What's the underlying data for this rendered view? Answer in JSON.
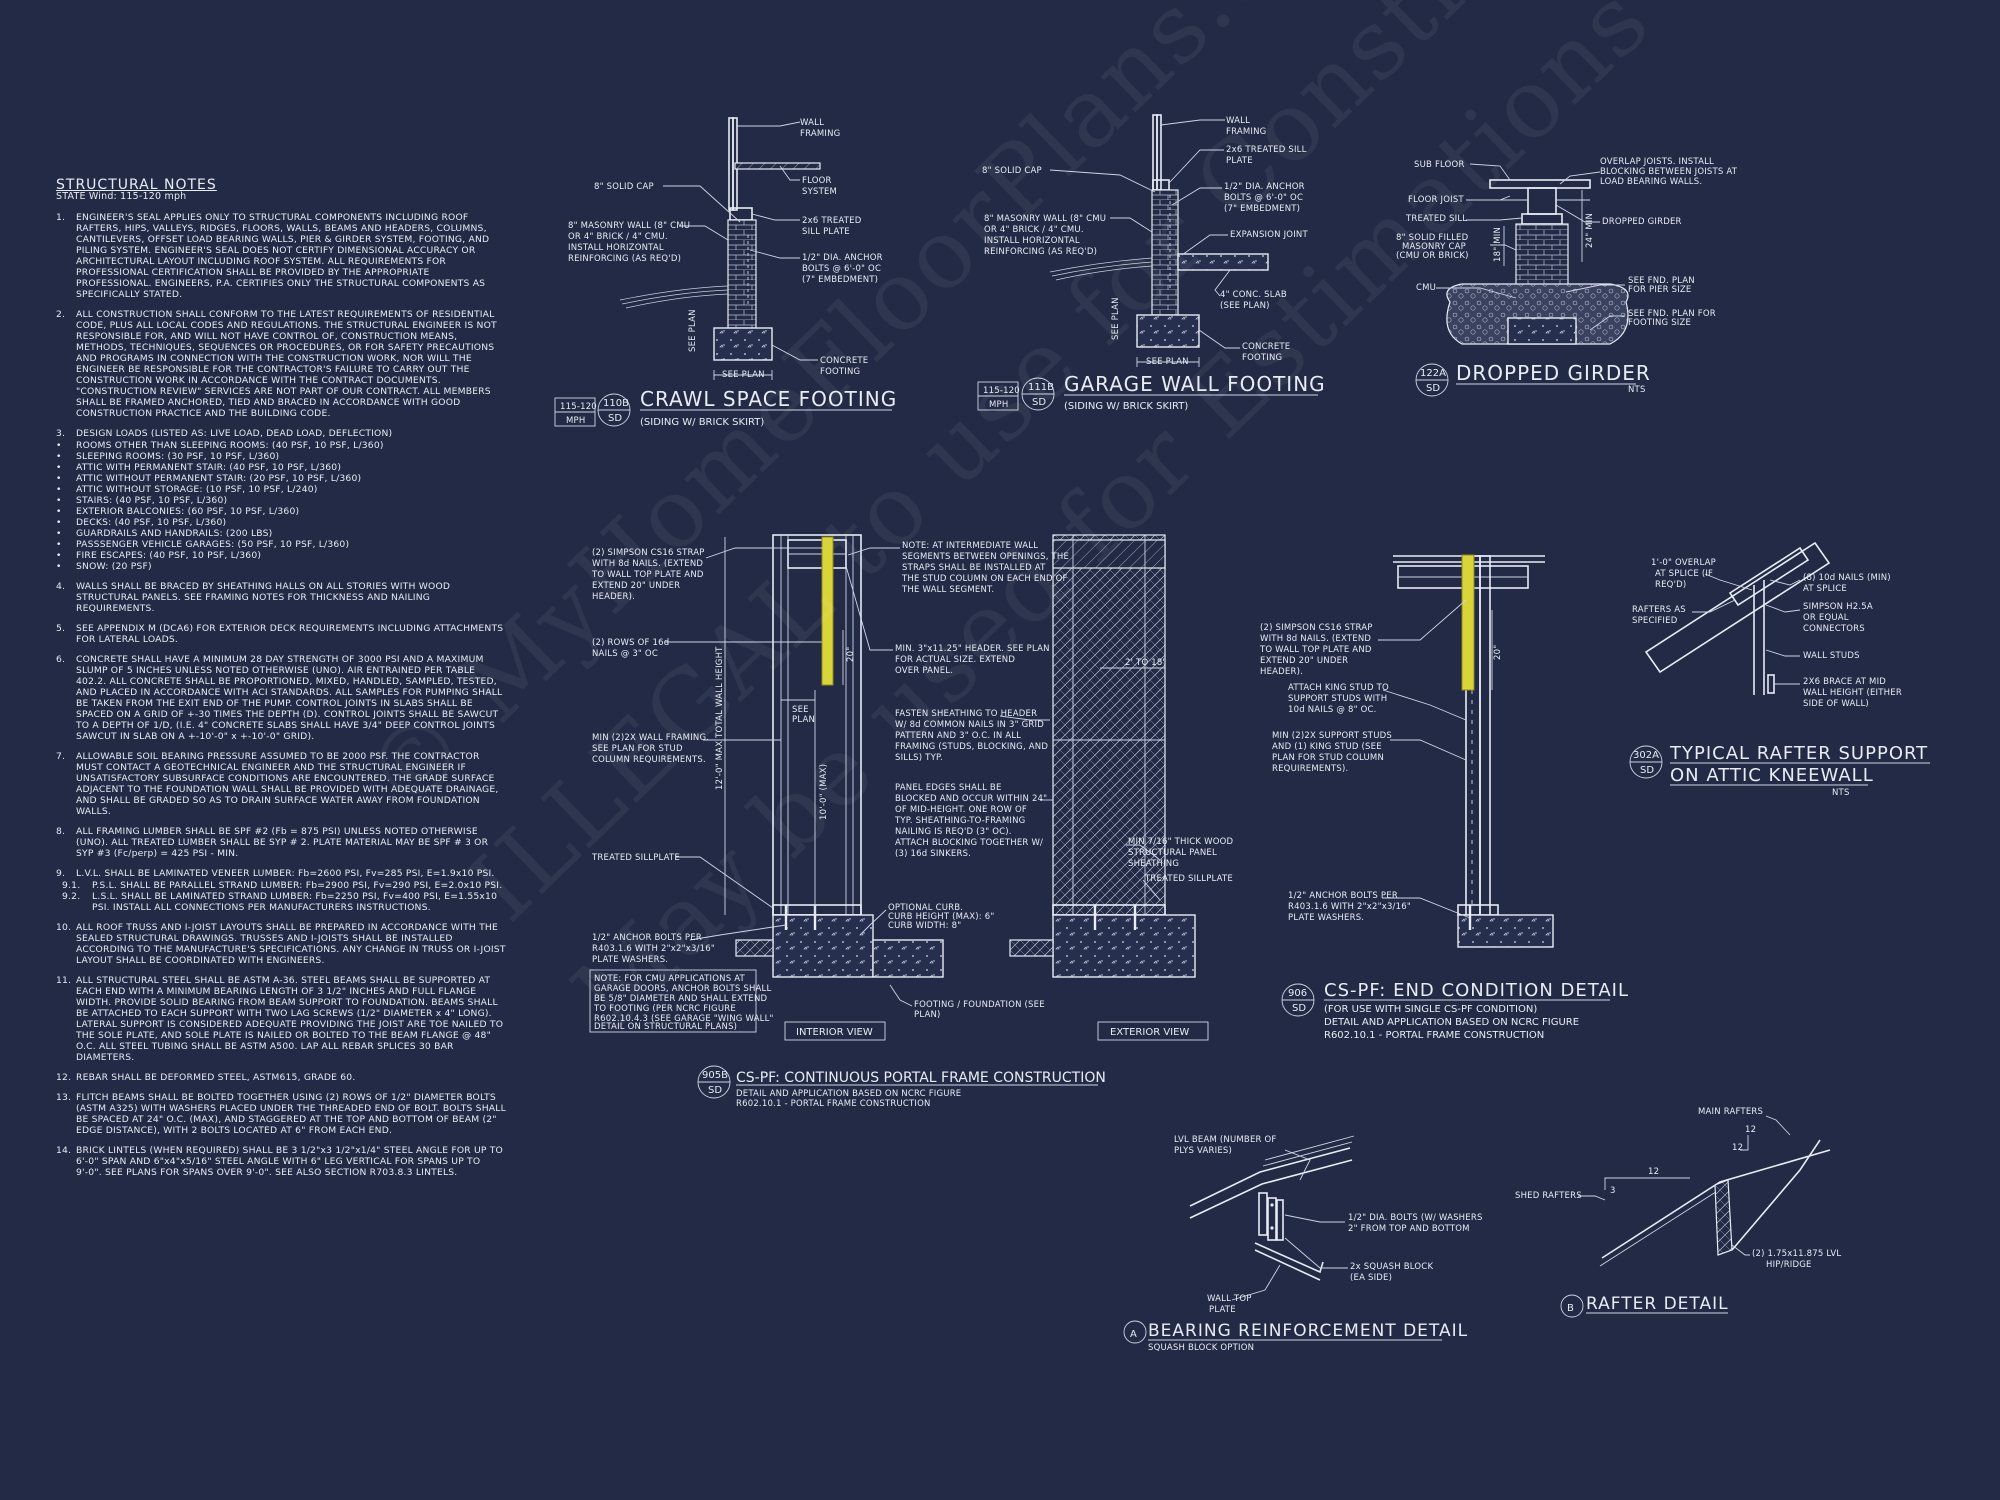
{
  "notes": {
    "title": "STRUCTURAL NOTES",
    "subtitle": "STATE Wind: 115-120 mph",
    "items": [
      {
        "num": "1.",
        "text": "ENGINEER'S SEAL APPLIES ONLY TO STRUCTURAL COMPONENTS INCLUDING ROOF RAFTERS, HIPS, VALLEYS, RIDGES, FLOORS, WALLS, BEAMS AND HEADERS, COLUMNS, CANTILEVERS, OFFSET LOAD BEARING WALLS, PIER & GIRDER SYSTEM, FOOTING, AND PILING SYSTEM. ENGINEER'S SEAL DOES NOT CERTIFY DIMENSIONAL ACCURACY OR ARCHITECTURAL LAYOUT INCLUDING ROOF SYSTEM. ALL REQUIREMENTS FOR PROFESSIONAL CERTIFICATION SHALL BE PROVIDED BY THE APPROPRIATE PROFESSIONAL. ENGINEERS, P.A. CERTIFIES ONLY THE STRUCTURAL COMPONENTS AS SPECIFICALLY STATED."
      },
      {
        "num": "2.",
        "text": "ALL CONSTRUCTION SHALL CONFORM TO THE LATEST REQUIREMENTS OF RESIDENTIAL CODE, PLUS ALL LOCAL CODES AND REGULATIONS. THE STRUCTURAL ENGINEER IS NOT RESPONSIBLE FOR, AND WILL NOT HAVE CONTROL OF, CONSTRUCTION MEANS, METHODS, TECHNIQUES, SEQUENCES OR PROCEDURES, OR FOR SAFETY PRECAUTIONS AND PROGRAMS IN CONNECTION WITH THE CONSTRUCTION WORK, NOR WILL THE ENGINEER BE RESPONSIBLE FOR THE CONTRACTOR'S FAILURE TO CARRY OUT THE CONSTRUCTION WORK IN ACCORDANCE WITH THE CONTRACT DOCUMENTS. \"CONSTRUCTION REVIEW\" SERVICES ARE NOT PART OF OUR CONTRACT. ALL MEMBERS SHALL BE FRAMED ANCHORED, TIED AND BRACED IN ACCORDANCE WITH GOOD CONSTRUCTION PRACTICE AND THE BUILDING CODE."
      },
      {
        "num": "3.",
        "text": "DESIGN LOADS (LISTED AS: LIVE LOAD, DEAD LOAD, DEFLECTION)",
        "bullets": [
          "ROOMS OTHER THAN SLEEPING ROOMS: (40 PSF, 10 PSF, L/360)",
          "SLEEPING ROOMS: (30 PSF, 10 PSF, L/360)",
          "ATTIC WITH PERMANENT STAIR: (40 PSF, 10 PSF, L/360)",
          "ATTIC WITHOUT PERMANENT STAIR: (20 PSF, 10 PSF, L/360)",
          "ATTIC WITHOUT STORAGE: (10 PSF, 10 PSF, L/240)",
          "STAIRS: (40 PSF, 10 PSF, L/360)",
          "EXTERIOR BALCONIES: (60 PSF, 10 PSF, L/360)",
          "DECKS: (40 PSF, 10 PSF, L/360)",
          "GUARDRAILS AND HANDRAILS: (200 LBS)",
          "PASSSENGER VEHICLE GARAGES: (50 PSF, 10 PSF, L/360)",
          "FIRE ESCAPES: (40 PSF, 10 PSF, L/360)",
          "SNOW: (20 PSF)"
        ]
      },
      {
        "num": "4.",
        "text": "WALLS SHALL BE BRACED BY SHEATHING HALLS ON ALL STORIES WITH WOOD STRUCTURAL PANELS. SEE FRAMING NOTES FOR THICKNESS AND NAILING REQUIREMENTS."
      },
      {
        "num": "5.",
        "text": "SEE APPENDIX M (DCA6) FOR EXTERIOR DECK REQUIREMENTS INCLUDING ATTACHMENTS FOR LATERAL LOADS."
      },
      {
        "num": "6.",
        "text": "CONCRETE SHALL HAVE A MINIMUM 28 DAY STRENGTH OF 3000 PSI AND A MAXIMUM SLUMP OF 5 INCHES UNLESS NOTED OTHERWISE (UNO). AIR ENTRAINED PER TABLE 402.2. ALL CONCRETE SHALL BE PROPORTIONED, MIXED, HANDLED, SAMPLED, TESTED, AND PLACED IN ACCORDANCE WITH ACI STANDARDS. ALL SAMPLES FOR PUMPING SHALL BE TAKEN FROM THE EXIT END OF THE PUMP. CONTROL JOINTS IN SLABS SHALL BE SPACED ON A GRID OF +-30 TIMES THE DEPTH (D). CONTROL JOINTS SHALL BE SAWCUT TO A DEPTH OF 1/D, (I.E. 4\" CONCRETE SLABS SHALL HAVE 3/4\" DEEP CONTROL JOINTS SAWCUT IN SLAB ON A +-10'-0\" x +-10'-0\" GRID)."
      },
      {
        "num": "7.",
        "text": "ALLOWABLE SOIL BEARING PRESSURE ASSUMED TO BE 2000 PSF. THE CONTRACTOR MUST CONTACT A GEOTECHNICAL ENGINEER AND THE STRUCTURAL ENGINEER IF UNSATISFACTORY SUBSURFACE CONDITIONS ARE ENCOUNTERED. THE GRADE SURFACE ADJACENT TO THE FOUNDATION WALL SHALL BE PROVIDED WITH ADEQUATE DRAINAGE, AND SHALL BE GRADED SO AS TO DRAIN SURFACE WATER AWAY FROM FOUNDATION WALLS."
      },
      {
        "num": "8.",
        "text": "ALL FRAMING LUMBER SHALL BE SPF #2 (Fb = 875 PSI) UNLESS NOTED OTHERWISE (UNO). ALL TREATED LUMBER SHALL BE SYP # 2. PLATE MATERIAL MAY BE SPF # 3 OR SYP #3 (Fc/perp) = 425 PSI - MIN."
      },
      {
        "num": "9.",
        "text": "L.V.L. SHALL BE LAMINATED VENEER LUMBER: Fb=2600 PSI, Fv=285 PSI, E=1.9x10 PSI.",
        "subs": [
          {
            "num": "9.1.",
            "text": "P.S.L. SHALL BE PARALLEL STRAND LUMBER: Fb=2900 PSI, Fv=290 PSI, E=2.0x10 PSI."
          },
          {
            "num": "9.2.",
            "text": "L.S.L. SHALL BE LAMINATED STRAND LUMBER: Fb=2250 PSI, Fv=400 PSI, E=1.55x10 PSI. INSTALL ALL CONNECTIONS PER MANUFACTURERS INSTRUCTIONS."
          }
        ]
      },
      {
        "num": "10.",
        "text": "ALL ROOF TRUSS AND I-JOIST LAYOUTS SHALL BE PREPARED IN ACCORDANCE WITH THE SEALED STRUCTURAL DRAWINGS. TRUSSES AND I-JOISTS SHALL BE INSTALLED ACCORDING TO THE MANUFACTURE'S SPECIFICATIONS. ANY CHANGE IN TRUSS OR I-JOIST LAYOUT SHALL BE COORDINATED WITH ENGINEERS."
      },
      {
        "num": "11.",
        "text": "ALL STRUCTURAL STEEL SHALL BE ASTM A-36. STEEL BEAMS SHALL BE SUPPORTED AT EACH END WITH A MINIMUM BEARING LENGTH OF 3 1/2\" INCHES AND FULL FLANGE WIDTH. PROVIDE SOLID BEARING FROM BEAM SUPPORT TO FOUNDATION. BEAMS SHALL BE ATTACHED TO EACH SUPPORT WITH TWO LAG SCREWS (1/2\" DIAMETER x 4\" LONG). LATERAL SUPPORT IS CONSIDERED ADEQUATE PROVIDING THE JOIST ARE TOE NAILED TO THE SOLE PLATE, AND SOLE PLATE IS NAILED OR BOLTED TO THE BEAM FLANGE @ 48\" O.C. ALL STEEL TUBING SHALL BE ASTM A500. LAP ALL REBAR SPLICES 30 BAR DIAMETERS."
      },
      {
        "num": "12.",
        "text": "REBAR SHALL BE DEFORMED STEEL, ASTM615, GRADE 60."
      },
      {
        "num": "13.",
        "text": "FLITCH BEAMS SHALL BE BOLTED TOGETHER USING (2) ROWS OF 1/2\" DIAMETER BOLTS (ASTM A325) WITH WASHERS PLACED UNDER THE THREADED END OF BOLT. BOLTS SHALL BE SPACED AT 24\" O.C. (MAX), AND STAGGERED AT THE TOP AND BOTTOM OF BEAM (2\" EDGE DISTANCE), WITH 2 BOLTS LOCATED AT 6\" FROM EACH END."
      },
      {
        "num": "14.",
        "text": "BRICK LINTELS (WHEN REQUIRED) SHALL BE 3 1/2\"x3 1/2\"x1/4\" STEEL ANGLE FOR UP TO 6'-0\" SPAN AND 6\"x4\"x5/16\" STEEL ANGLE WITH 6\" LEG VERTICAL FOR SPANS UP TO 9'-0\". SEE PLANS FOR SPANS OVER 9'-0\". SEE ALSO SECTION R703.8.3 LINTELS."
      }
    ]
  },
  "details": {
    "crawl": {
      "title": "CRAWL SPACE FOOTING",
      "subtitle": "(SIDING W/ BRICK SKIRT)",
      "tag_top": "110B",
      "tag_bot": "SD",
      "wind_top": "115-120",
      "wind_bot": "MPH",
      "labels": [
        "WALL",
        "FRAMING",
        "FLOOR",
        "SYSTEM",
        "8\" SOLID CAP",
        "2x6 TREATED",
        "SILL PLATE",
        "8\" MASONRY WALL (8\" CMU",
        "OR 4\" BRICK / 4\" CMU.",
        "INSTALL HORIZONTAL",
        "REINFORCING (AS REQ'D)",
        "1/2\" DIA. ANCHOR",
        "BOLTS @ 6'-0\" OC",
        "(7\" EMBEDMENT)",
        "CONCRETE",
        "FOOTING",
        "SEE PLAN",
        "SEE PLAN"
      ]
    },
    "garage": {
      "title": "GARAGE WALL FOOTING",
      "subtitle": "(SIDING W/ BRICK SKIRT)",
      "tag_top": "111B",
      "tag_bot": "SD",
      "wind_top": "115-120",
      "wind_bot": "MPH",
      "labels": [
        "WALL",
        "FRAMING",
        "2x6 TREATED SILL",
        "PLATE",
        "8\" SOLID CAP",
        "1/2\" DIA. ANCHOR",
        "BOLTS @ 6'-0\" OC",
        "(7\" EMBEDMENT)",
        "8\" MASONRY WALL (8\" CMU",
        "OR 4\" BRICK / 4\" CMU.",
        "INSTALL HORIZONTAL",
        "REINFORCING (AS REQ'D)",
        "EXPANSION JOINT",
        "4\" CONC. SLAB",
        "(SEE PLAN)",
        "CONCRETE",
        "FOOTING",
        "SEE PLAN",
        "SEE PLAN"
      ]
    },
    "girder": {
      "title": "DROPPED GIRDER",
      "nts": "NTS",
      "tag_top": "122A",
      "tag_bot": "SD",
      "labels": [
        "SUB FLOOR",
        "OVERLAP JOISTS. INSTALL",
        "BLOCKING BETWEEN JOISTS AT",
        "LOAD BEARING WALLS.",
        "FLOOR JOIST",
        "TREATED SILL",
        "DROPPED GIRDER",
        "8\" SOLID FILLED",
        "MASONRY CAP",
        "(CMU OR BRICK)",
        "CMU",
        "SEE FND. PLAN",
        "FOR PIER SIZE",
        "SEE FND. PLAN FOR",
        "FOOTING SIZE",
        "24\" MIN",
        "18\" MIN"
      ]
    },
    "portal": {
      "title": "CS-PF: CONTINUOUS PORTAL FRAME CONSTRUCTION",
      "sub1": "DETAIL AND APPLICATION BASED ON NCRC FIGURE",
      "sub2": "R602.10.1 - PORTAL FRAME CONSTRUCTION",
      "tag_top": "905B",
      "tag_bot": "SD",
      "interior": "INTERIOR VIEW",
      "exterior": "EXTERIOR VIEW",
      "labels": [
        "(2) SIMPSON CS16 STRAP",
        "WITH 8d NAILS. (EXTEND",
        "TO WALL TOP PLATE AND",
        "EXTEND 20\" UNDER",
        "HEADER).",
        "(2) ROWS OF 16d",
        "NAILS @ 3\" OC",
        "MIN (2)2X WALL FRAMING.",
        "SEE PLAN FOR STUD",
        "COLUMN REQUIREMENTS.",
        "TREATED SILLPLATE",
        "1/2\" ANCHOR BOLTS PER",
        "R403.1.6 WITH 2\"x2\"x3/16\"",
        "PLATE WASHERS.",
        "NOTE: FOR CMU APPLICATIONS AT",
        "GARAGE DOORS, ANCHOR BOLTS SHALL",
        "BE 5/8\" DIAMETER AND SHALL EXTEND",
        "TO FOOTING (PER NCRC FIGURE",
        "R602.10.4.3 (SEE GARAGE \"WING WALL\"",
        "DETAIL ON STRUCTURAL PLANS)",
        "NOTE: AT INTERMEDIATE WALL",
        "SEGMENTS BETWEEN OPENINGS, THE",
        "STRAPS SHALL BE INSTALLED AT",
        "THE STUD COLUMN ON EACH END OF",
        "THE WALL SEGMENT.",
        "MIN. 3\"x11.25\" HEADER. SEE PLAN",
        "FOR ACTUAL SIZE. EXTEND",
        "OVER PANEL.",
        "FASTEN SHEATHING TO HEADER",
        "W/ 8d COMMON NAILS IN 3\" GRID",
        "PATTERN AND 3\" O.C. IN ALL",
        "FRAMING (STUDS, BLOCKING, AND",
        "SILLS) TYP.",
        "PANEL EDGES SHALL BE",
        "BLOCKED AND OCCUR WITHIN 24\"",
        "OF MID-HEIGHT. ONE ROW OF",
        "TYP. SHEATHING-TO-FRAMING",
        "NAILING IS REQ'D (3\" OC).",
        "ATTACH BLOCKING TOGETHER W/",
        "(3) 16d SINKERS.",
        "OPTIONAL CURB.",
        "CURB HEIGHT (MAX): 6\"",
        "CURB WIDTH: 8\"",
        "FOOTING / FOUNDATION (SEE",
        "PLAN)",
        "MIN 7/16\" THICK WOOD",
        "STRUCTURAL PANEL",
        "SHEATHING",
        "TREATED SILLPLATE",
        "20\"",
        "2' TO 18'",
        "SEE",
        "PLAN",
        "12'-0\" MAX TOTAL WALL HEIGHT",
        "10'-0\" (MAX)"
      ]
    },
    "endcond": {
      "title": "CS-PF: END CONDITION DETAIL",
      "sub1": "(FOR USE WITH SINGLE CS-PF CONDITION)",
      "sub2": "DETAIL AND APPLICATION BASED ON NCRC FIGURE",
      "sub3": "R602.10.1 - PORTAL FRAME CONSTRUCTION",
      "tag_top": "906",
      "tag_bot": "SD",
      "labels": [
        "(2) SIMPSON CS16 STRAP",
        "WITH 8d NAILS. (EXTEND",
        "TO WALL TOP PLATE AND",
        "EXTEND 20\" UNDER",
        "HEADER).",
        "ATTACH KING STUD TO",
        "SUPPORT STUDS WITH",
        "10d NAILS @ 8\" OC.",
        "MIN (2)2X SUPPORT STUDS",
        "AND (1) KING STUD (SEE",
        "PLAN FOR STUD COLUMN",
        "REQUIREMENTS).",
        "1/2\" ANCHOR BOLTS PER",
        "R403.1.6 WITH 2\"x2\"x3/16\"",
        "PLATE WASHERS.",
        "20\""
      ]
    },
    "rafter": {
      "title1": "TYPICAL RAFTER SUPPORT",
      "title2": "ON ATTIC KNEEWALL",
      "nts": "NTS",
      "tag_top": "302A",
      "tag_bot": "SD",
      "labels": [
        "1'-0\" OVERLAP",
        "AT SPLICE (IF",
        "REQ'D)",
        "RAFTERS AS",
        "SPECIFIED",
        "(8) 10d NAILS (MIN)",
        "AT SPLICE",
        "SIMPSON H2.5A",
        "OR EQUAL",
        "CONNECTORS",
        "WALL STUDS",
        "2X6 BRACE AT MID",
        "WALL HEIGHT (EITHER",
        "SIDE OF WALL)"
      ]
    },
    "bearing": {
      "title": "BEARING REINFORCEMENT DETAIL",
      "sub": "SQUASH BLOCK OPTION",
      "tag": "A",
      "labels": [
        "LVL BEAM (NUMBER OF",
        "PLYS VARIES)",
        "1/2\" DIA. BOLTS (W/ WASHERS",
        "2\" FROM TOP AND BOTTOM",
        "2x SQUASH BLOCK",
        "(EA SIDE)",
        "WALL TOP",
        "PLATE"
      ]
    },
    "raftdet": {
      "title": "RAFTER DETAIL",
      "tag": "B",
      "labels": [
        "MAIN RAFTERS",
        "SHED RAFTERS",
        "(2) 1.75x11.875 LVL",
        "HIP/RIDGE",
        "12",
        "12",
        "12",
        "3"
      ]
    }
  },
  "watermark": {
    "line1": "© MyHomeFloorPlans.com",
    "line2": "ILLEGAL to use for Construction",
    "line3": "May be used for Estimations"
  }
}
